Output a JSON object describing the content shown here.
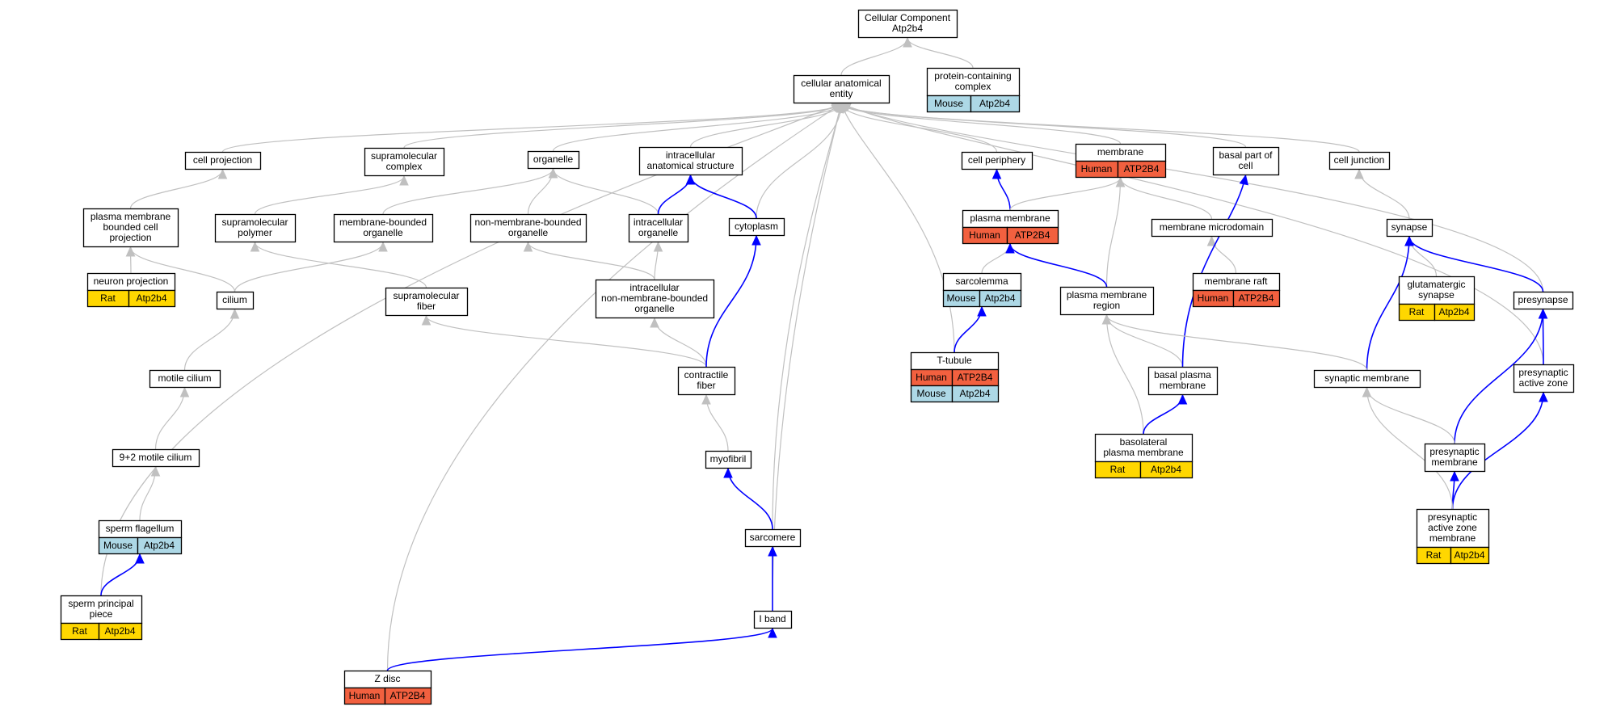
{
  "graph": {
    "root_title": [
      "Cellular Component",
      "Atp2b4"
    ],
    "colors": {
      "Human": "#f2603f",
      "Mouse": "#add8e6",
      "Rat": "#ffd700",
      "gray_edge": "#c0c0c0",
      "blue_edge": "#0000ff"
    },
    "nodes": {
      "root": {
        "label": [
          "Cellular Component",
          "Atp2b4"
        ]
      },
      "cae": {
        "label": [
          "cellular anatomical",
          "entity"
        ]
      },
      "pcc": {
        "label": [
          "protein-containing",
          "complex"
        ],
        "ann": [
          [
            "Mouse",
            "Atp2b4"
          ]
        ]
      },
      "cellproj": {
        "label": [
          "cell projection"
        ]
      },
      "supracomplex": {
        "label": [
          "supramolecular",
          "complex"
        ]
      },
      "organelle": {
        "label": [
          "organelle"
        ]
      },
      "ias": {
        "label": [
          "intracellular",
          "anatomical structure"
        ]
      },
      "cellperiph": {
        "label": [
          "cell periphery"
        ]
      },
      "membrane": {
        "label": [
          "membrane"
        ],
        "ann": [
          [
            "Human",
            "ATP2B4"
          ]
        ]
      },
      "basalpart": {
        "label": [
          "basal part of",
          "cell"
        ]
      },
      "celljunction": {
        "label": [
          "cell junction"
        ]
      },
      "pmbcp": {
        "label": [
          "plasma membrane",
          "bounded cell",
          "projection"
        ]
      },
      "suprapolymer": {
        "label": [
          "supramolecular",
          "polymer"
        ]
      },
      "mbo": {
        "label": [
          "membrane-bounded",
          "organelle"
        ]
      },
      "nmbo": {
        "label": [
          "non-membrane-bounded",
          "organelle"
        ]
      },
      "intraorg": {
        "label": [
          "intracellular",
          "organelle"
        ]
      },
      "cytoplasm": {
        "label": [
          "cytoplasm"
        ]
      },
      "pm": {
        "label": [
          "plasma membrane"
        ],
        "ann": [
          [
            "Human",
            "ATP2B4"
          ]
        ]
      },
      "memmicro": {
        "label": [
          "membrane microdomain"
        ]
      },
      "synapse": {
        "label": [
          "synapse"
        ]
      },
      "neuronproj": {
        "label": [
          "neuron projection"
        ],
        "ann": [
          [
            "Rat",
            "Atp2b4"
          ]
        ]
      },
      "cilium": {
        "label": [
          "cilium"
        ]
      },
      "suprafiber": {
        "label": [
          "supramolecular",
          "fiber"
        ]
      },
      "inmbo": {
        "label": [
          "intracellular",
          "non-membrane-bounded",
          "organelle"
        ]
      },
      "sarcolemma": {
        "label": [
          "sarcolemma"
        ],
        "ann": [
          [
            "Mouse",
            "Atp2b4"
          ]
        ]
      },
      "pmregion": {
        "label": [
          "plasma membrane",
          "region"
        ]
      },
      "memraft": {
        "label": [
          "membrane raft"
        ],
        "ann": [
          [
            "Human",
            "ATP2B4"
          ]
        ]
      },
      "glutsyn": {
        "label": [
          "glutamatergic",
          "synapse"
        ],
        "ann": [
          [
            "Rat",
            "Atp2b4"
          ]
        ]
      },
      "presynapse": {
        "label": [
          "presynapse"
        ]
      },
      "motilecilium": {
        "label": [
          "motile cilium"
        ]
      },
      "contractile": {
        "label": [
          "contractile",
          "fiber"
        ]
      },
      "ttubule": {
        "label": [
          "T-tubule"
        ],
        "ann": [
          [
            "Human",
            "ATP2B4"
          ],
          [
            "Mouse",
            "Atp2b4"
          ]
        ]
      },
      "basalpm": {
        "label": [
          "basal plasma",
          "membrane"
        ]
      },
      "synmem": {
        "label": [
          "synaptic membrane"
        ]
      },
      "paz": {
        "label": [
          "presynaptic",
          "active zone"
        ]
      },
      "c92": {
        "label": [
          "9+2 motile cilium"
        ]
      },
      "myofibril": {
        "label": [
          "myofibril"
        ]
      },
      "basolat": {
        "label": [
          "basolateral",
          "plasma membrane"
        ],
        "ann": [
          [
            "Rat",
            "Atp2b4"
          ]
        ]
      },
      "presynmem": {
        "label": [
          "presynaptic",
          "membrane"
        ]
      },
      "spermflag": {
        "label": [
          "sperm flagellum"
        ],
        "ann": [
          [
            "Mouse",
            "Atp2b4"
          ]
        ]
      },
      "sarcomere": {
        "label": [
          "sarcomere"
        ]
      },
      "pazmem": {
        "label": [
          "presynaptic",
          "active zone",
          "membrane"
        ],
        "ann": [
          [
            "Rat",
            "Atp2b4"
          ]
        ]
      },
      "spp": {
        "label": [
          "sperm principal",
          "piece"
        ],
        "ann": [
          [
            "Rat",
            "Atp2b4"
          ]
        ]
      },
      "iband": {
        "label": [
          "I band"
        ]
      },
      "zdisc": {
        "label": [
          "Z disc"
        ],
        "ann": [
          [
            "Human",
            "ATP2B4"
          ]
        ]
      }
    },
    "edges": [
      {
        "from": "cae",
        "to": "root",
        "type": "gray"
      },
      {
        "from": "pcc",
        "to": "root",
        "type": "gray"
      },
      {
        "from": "cellproj",
        "to": "cae",
        "type": "gray"
      },
      {
        "from": "supracomplex",
        "to": "cae",
        "type": "gray"
      },
      {
        "from": "organelle",
        "to": "cae",
        "type": "gray"
      },
      {
        "from": "ias",
        "to": "cae",
        "type": "gray"
      },
      {
        "from": "cellperiph",
        "to": "cae",
        "type": "gray"
      },
      {
        "from": "membrane",
        "to": "cae",
        "type": "gray"
      },
      {
        "from": "basalpart",
        "to": "cae",
        "type": "gray"
      },
      {
        "from": "celljunction",
        "to": "cae",
        "type": "gray"
      },
      {
        "from": "cytoplasm",
        "to": "cae",
        "type": "gray"
      },
      {
        "from": "sarcomere",
        "to": "cae",
        "type": "gray"
      },
      {
        "from": "iband",
        "to": "cae",
        "type": "gray"
      },
      {
        "from": "ttubule",
        "to": "cae",
        "type": "gray"
      },
      {
        "from": "spp",
        "to": "cae",
        "type": "gray"
      },
      {
        "from": "zdisc",
        "to": "cae",
        "type": "gray"
      },
      {
        "from": "presynapse",
        "to": "cae",
        "type": "gray"
      },
      {
        "from": "paz",
        "to": "cae",
        "type": "gray"
      },
      {
        "from": "pmbcp",
        "to": "cellproj",
        "type": "gray"
      },
      {
        "from": "suprapolymer",
        "to": "supracomplex",
        "type": "gray"
      },
      {
        "from": "mbo",
        "to": "organelle",
        "type": "gray"
      },
      {
        "from": "nmbo",
        "to": "organelle",
        "type": "gray"
      },
      {
        "from": "intraorg",
        "to": "organelle",
        "type": "gray"
      },
      {
        "from": "intraorg",
        "to": "ias",
        "type": "blue"
      },
      {
        "from": "cytoplasm",
        "to": "ias",
        "type": "blue"
      },
      {
        "from": "pm",
        "to": "cellperiph",
        "type": "blue"
      },
      {
        "from": "pm",
        "to": "membrane",
        "type": "gray"
      },
      {
        "from": "memmicro",
        "to": "membrane",
        "type": "gray"
      },
      {
        "from": "pmregion",
        "to": "membrane",
        "type": "gray"
      },
      {
        "from": "synapse",
        "to": "celljunction",
        "type": "gray"
      },
      {
        "from": "neuronproj",
        "to": "pmbcp",
        "type": "gray"
      },
      {
        "from": "cilium",
        "to": "pmbcp",
        "type": "gray"
      },
      {
        "from": "cilium",
        "to": "mbo",
        "type": "gray"
      },
      {
        "from": "suprafiber",
        "to": "suprapolymer",
        "type": "gray"
      },
      {
        "from": "inmbo",
        "to": "nmbo",
        "type": "gray"
      },
      {
        "from": "inmbo",
        "to": "intraorg",
        "type": "gray"
      },
      {
        "from": "sarcolemma",
        "to": "pm",
        "type": "gray"
      },
      {
        "from": "pmregion",
        "to": "pm",
        "type": "blue"
      },
      {
        "from": "memraft",
        "to": "memmicro",
        "type": "gray"
      },
      {
        "from": "glutsyn",
        "to": "synapse",
        "type": "gray"
      },
      {
        "from": "presynapse",
        "to": "synapse",
        "type": "blue"
      },
      {
        "from": "synmem",
        "to": "synapse",
        "type": "blue"
      },
      {
        "from": "motilecilium",
        "to": "cilium",
        "type": "gray"
      },
      {
        "from": "contractile",
        "to": "suprafiber",
        "type": "gray"
      },
      {
        "from": "contractile",
        "to": "inmbo",
        "type": "gray"
      },
      {
        "from": "contractile",
        "to": "cytoplasm",
        "type": "blue"
      },
      {
        "from": "ttubule",
        "to": "sarcolemma",
        "type": "blue"
      },
      {
        "from": "basalpm",
        "to": "pmregion",
        "type": "gray"
      },
      {
        "from": "basalpm",
        "to": "basalpart",
        "type": "blue"
      },
      {
        "from": "synmem",
        "to": "pmregion",
        "type": "gray"
      },
      {
        "from": "basolat",
        "to": "pmregion",
        "type": "gray"
      },
      {
        "from": "basolat",
        "to": "basalpm",
        "type": "blue"
      },
      {
        "from": "paz",
        "to": "presynapse",
        "type": "blue"
      },
      {
        "from": "presynmem",
        "to": "presynapse",
        "type": "blue"
      },
      {
        "from": "presynmem",
        "to": "synmem",
        "type": "gray"
      },
      {
        "from": "c92",
        "to": "motilecilium",
        "type": "gray"
      },
      {
        "from": "myofibril",
        "to": "contractile",
        "type": "gray"
      },
      {
        "from": "spermflag",
        "to": "c92",
        "type": "gray"
      },
      {
        "from": "sarcomere",
        "to": "myofibril",
        "type": "blue"
      },
      {
        "from": "pazmem",
        "to": "presynmem",
        "type": "blue"
      },
      {
        "from": "pazmem",
        "to": "paz",
        "type": "blue"
      },
      {
        "from": "pazmem",
        "to": "synmem",
        "type": "gray"
      },
      {
        "from": "spp",
        "to": "spermflag",
        "type": "blue"
      },
      {
        "from": "iband",
        "to": "sarcomere",
        "type": "blue"
      },
      {
        "from": "zdisc",
        "to": "iband",
        "type": "blue"
      }
    ]
  }
}
